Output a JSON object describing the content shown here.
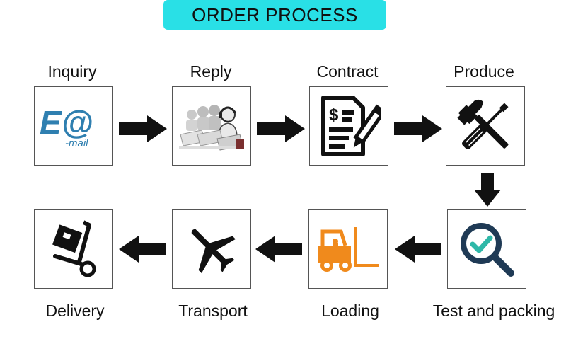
{
  "header": {
    "title": "ORDER PROCESS"
  },
  "steps": [
    {
      "label": "Inquiry",
      "icon": "email-icon",
      "icon_text_big": "E@",
      "icon_text_small": "-mail"
    },
    {
      "label": "Reply",
      "icon": "call-center-icon"
    },
    {
      "label": "Contract",
      "icon": "contract-document-icon"
    },
    {
      "label": "Produce",
      "icon": "hammer-screwdriver-icon"
    },
    {
      "label": "Test and packing",
      "icon": "magnifier-check-icon"
    },
    {
      "label": "Loading",
      "icon": "forklift-icon"
    },
    {
      "label": "Transport",
      "icon": "airplane-icon"
    },
    {
      "label": "Delivery",
      "icon": "hand-truck-icon"
    }
  ],
  "colors": {
    "title_bg": "#29e0e6",
    "email_blue": "#2f7fb0",
    "check_teal": "#2fb8a8",
    "magnifier_navy": "#1f3a55",
    "forklift_orange": "#f08a1c"
  }
}
